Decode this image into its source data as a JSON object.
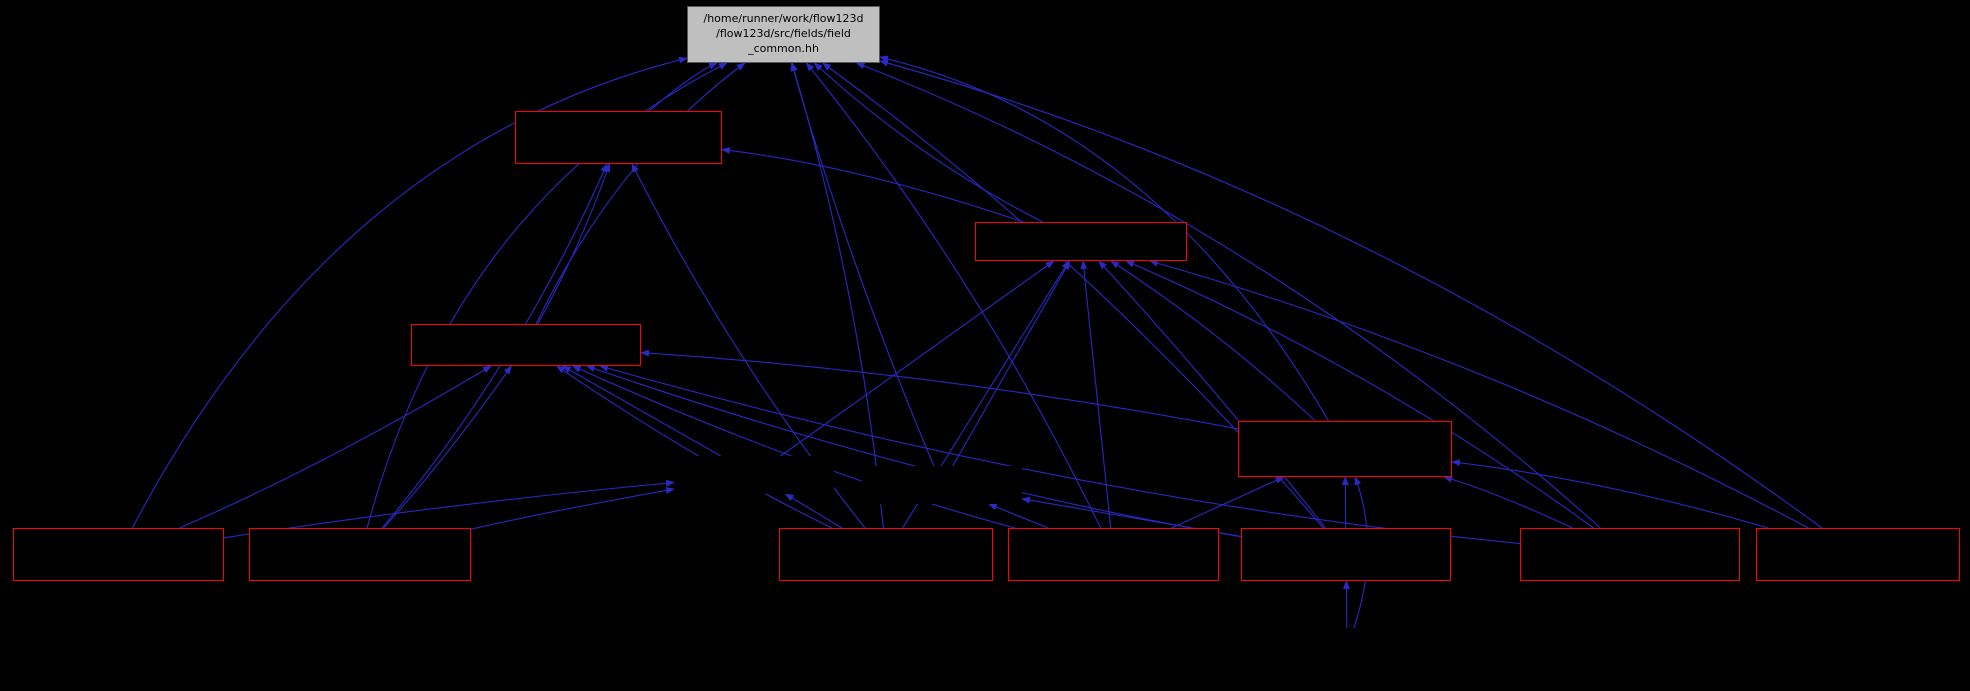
{
  "diagram": {
    "title_node": {
      "line1": "/home/runner/work/flow123d",
      "line2": "/flow123d/src/fields/field",
      "line3": "_common.hh"
    },
    "colors": {
      "background": "#000000",
      "edge": "#2929c4",
      "red_node_border": "#ff0000",
      "root_fill": "#bfbfbf",
      "root_text": "#000000"
    },
    "edges": [
      {
        "from": "n1",
        "to": "root",
        "bend": -15
      },
      {
        "from": "n2",
        "to": "root",
        "bend": -25
      },
      {
        "from": "n3",
        "to": "root",
        "bend": -50
      },
      {
        "from": "n3",
        "to": "n1",
        "bend": 10
      },
      {
        "from": "n2",
        "to": "n1",
        "bend": 25
      },
      {
        "from": "n4",
        "to": "root",
        "bend": 150
      },
      {
        "from": "n4",
        "to": "n2",
        "bend": 15
      },
      {
        "from": "n4",
        "to": "n3",
        "bend": 25
      },
      {
        "from": "b1",
        "to": "root",
        "bend": -190
      },
      {
        "from": "b1",
        "to": "n3",
        "bend": 15
      },
      {
        "from": "b1",
        "to": "h1",
        "bend": -10
      },
      {
        "from": "b2",
        "to": "root",
        "bend": -150
      },
      {
        "from": "b2",
        "to": "n3",
        "bend": 8
      },
      {
        "from": "b2",
        "to": "n1",
        "bend": 35
      },
      {
        "from": "b2",
        "to": "h1",
        "bend": -5
      },
      {
        "from": "b3",
        "to": "root",
        "bend": 25
      },
      {
        "from": "b3",
        "to": "n1",
        "bend": -25
      },
      {
        "from": "b3",
        "to": "n2",
        "bend": 0
      },
      {
        "from": "b3",
        "to": "n3",
        "bend": -15
      },
      {
        "from": "b3",
        "to": "h1",
        "bend": 0
      },
      {
        "from": "b4",
        "to": "root",
        "bend": 35
      },
      {
        "from": "b4",
        "to": "n2",
        "bend": 0
      },
      {
        "from": "b4",
        "to": "n3",
        "bend": -25
      },
      {
        "from": "b4",
        "to": "n4",
        "bend": 0
      },
      {
        "from": "b4",
        "to": "h2",
        "bend": 0
      },
      {
        "from": "b5",
        "to": "root",
        "bend": 45
      },
      {
        "from": "b5",
        "to": "n2",
        "bend": 8
      },
      {
        "from": "b5",
        "to": "n3",
        "bend": -35
      },
      {
        "from": "b5",
        "to": "n4",
        "bend": 0
      },
      {
        "from": "b5",
        "to": "h2",
        "bend": 0
      },
      {
        "from": "b6",
        "to": "root",
        "bend": 90
      },
      {
        "from": "b6",
        "to": "n2",
        "bend": 35
      },
      {
        "from": "b6",
        "to": "n3",
        "bend": -50
      },
      {
        "from": "b6",
        "to": "n4",
        "bend": 12
      },
      {
        "from": "b7",
        "to": "root",
        "bend": 110
      },
      {
        "from": "b7",
        "to": "n2",
        "bend": 45
      },
      {
        "from": "b7",
        "to": "n4",
        "bend": 22
      },
      {
        "from": "h1",
        "to": "n2",
        "bend": 0
      },
      {
        "from": "h1",
        "to": "n3",
        "bend": 0
      },
      {
        "from": "h2",
        "to": "n2",
        "bend": 0
      },
      {
        "from": "h2",
        "to": "root",
        "bend": -15
      },
      {
        "from": "h3",
        "to": "b5",
        "bend": 0
      },
      {
        "from": "h3",
        "to": "n4",
        "bend": 35
      }
    ]
  }
}
